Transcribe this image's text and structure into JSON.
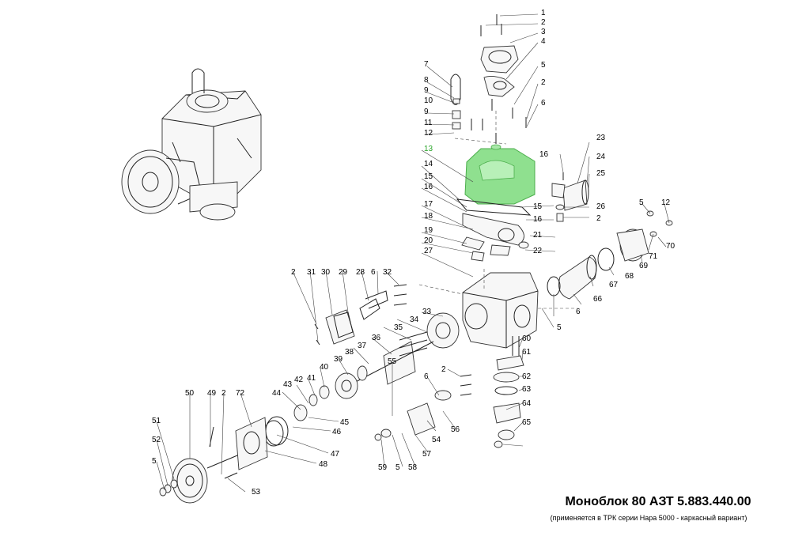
{
  "title": "Моноблок 80  АЗТ 5.883.440.00",
  "subtitle": "(применяется  в ТРК серии Нара 5000 - каркасный вариант)",
  "highlight_color": "#8fe08f",
  "callouts": [
    "1",
    "2",
    "3",
    "4",
    "5",
    "2",
    "6",
    "7",
    "8",
    "9",
    "10",
    "9",
    "11",
    "12",
    "13",
    "14",
    "15",
    "16",
    "17",
    "18",
    "19",
    "20",
    "27",
    "15",
    "16",
    "21",
    "22",
    "16",
    "23",
    "24",
    "25",
    "26",
    "2",
    "5",
    "12",
    "71",
    "70",
    "69",
    "68",
    "67",
    "66",
    "6",
    "5",
    "2",
    "31",
    "30",
    "29",
    "28",
    "6",
    "32",
    "33",
    "34",
    "35",
    "36",
    "37",
    "38",
    "39",
    "40",
    "41",
    "42",
    "43",
    "44",
    "45",
    "46",
    "47",
    "48",
    "72",
    "2",
    "49",
    "50",
    "51",
    "52",
    "5",
    "53",
    "6",
    "2",
    "55",
    "54",
    "56",
    "57",
    "5",
    "58",
    "59",
    "60",
    "61",
    "62",
    "63",
    "64",
    "65"
  ]
}
